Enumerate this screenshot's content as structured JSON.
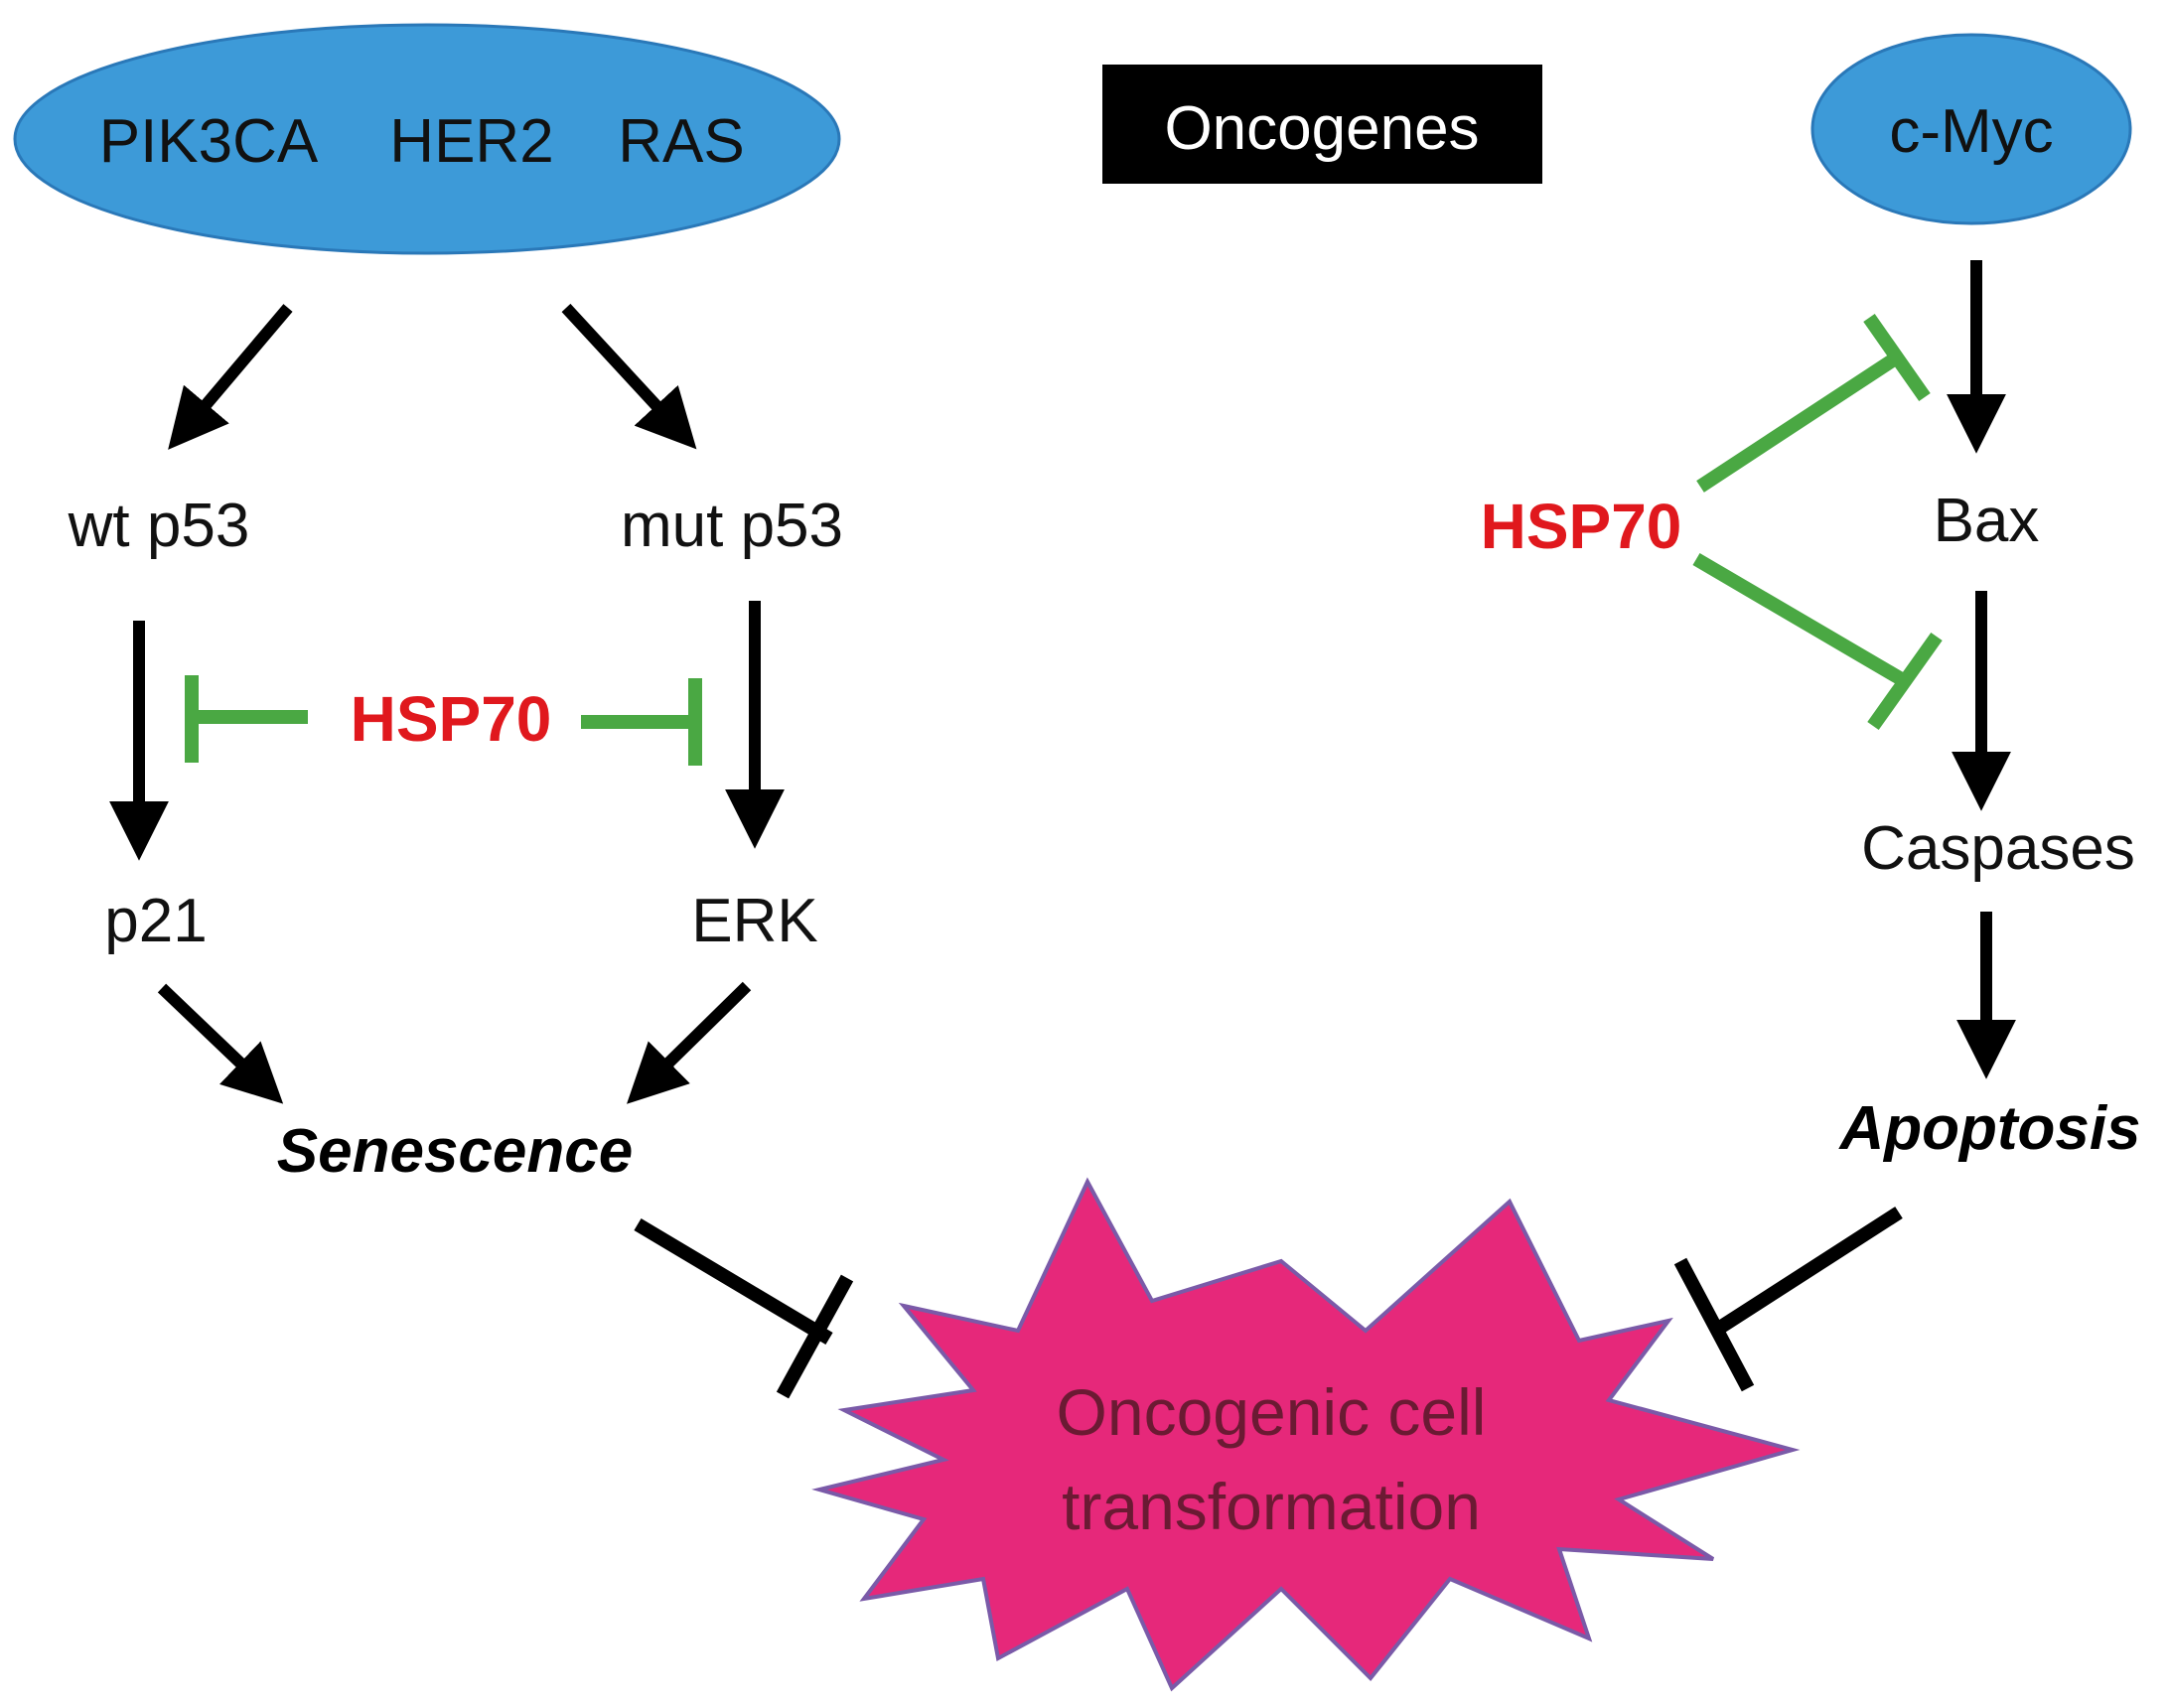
{
  "title": "Oncogenes",
  "colors": {
    "ellipse_fill": "#3d9ad8",
    "ellipse_stroke": "#2a78b8",
    "inhibit": "#4aa843",
    "hsp": "#e0181d",
    "burst_fill": "#e6287a",
    "burst_stroke": "#7a5aa8",
    "burst_text": "#6b1a33",
    "arrow": "#000000"
  },
  "oncogene_group": [
    "PIK3CA",
    "HER2",
    "RAS"
  ],
  "myc_node": "c-Myc",
  "left_pathway": {
    "wt_p53": "wt p53",
    "mut_p53": "mut p53",
    "p21": "p21",
    "erk": "ERK",
    "hsp": "HSP70",
    "outcome": "Senescence"
  },
  "right_pathway": {
    "bax": "Bax",
    "caspases": "Caspases",
    "hsp": "HSP70",
    "outcome": "Apoptosis"
  },
  "center": {
    "line1": "Oncogenic  cell",
    "line2": "transformation"
  }
}
